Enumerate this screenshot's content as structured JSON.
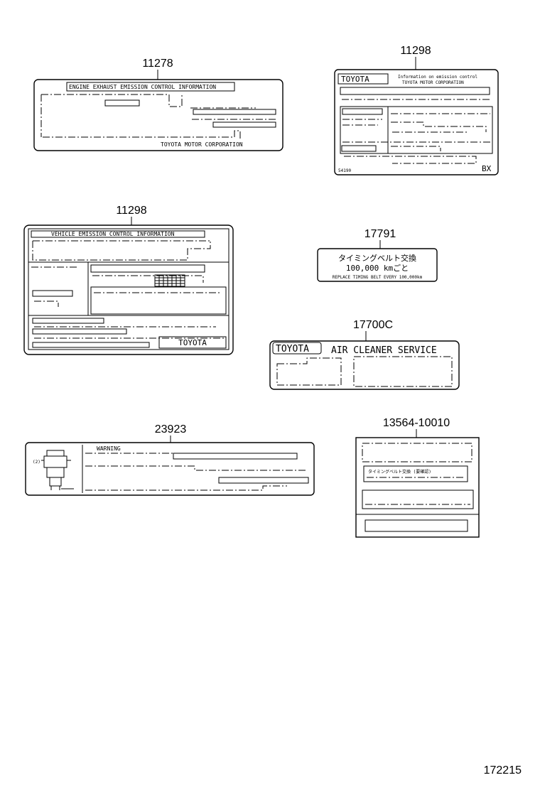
{
  "labels": {
    "l11278": {
      "part_no": "11278",
      "title": "ENGINE EXHAUST EMISSION CONTROL INFORMATION",
      "maker": "TOYOTA MOTOR CORPORATION"
    },
    "l11298a": {
      "part_no": "11298",
      "brand": "TOYOTA",
      "title": "Information on emission control",
      "maker": "TOYOTA MOTOR CORPORATION",
      "code": "54190",
      "model": "BX"
    },
    "l11298b": {
      "part_no": "11298",
      "title": "VEHICLE EMISSION CONTROL INFORMATION",
      "brand": "TOYOTA"
    },
    "l17791": {
      "part_no": "17791",
      "line1": "タイミングベルト交換",
      "line2": "100,000 kmごと",
      "line3": "REPLACE TIMING BELT EVERY 100,000km"
    },
    "l17700c": {
      "part_no": "17700C",
      "brand": "TOYOTA",
      "title": "AIR CLEANER SERVICE"
    },
    "l23923": {
      "part_no": "23923",
      "title": "WARNING",
      "marker": "(2)"
    },
    "l13564": {
      "part_no": "13564-10010",
      "line1": "タイミングベルト交換 (要確認)"
    }
  },
  "diagram_no": "172215"
}
